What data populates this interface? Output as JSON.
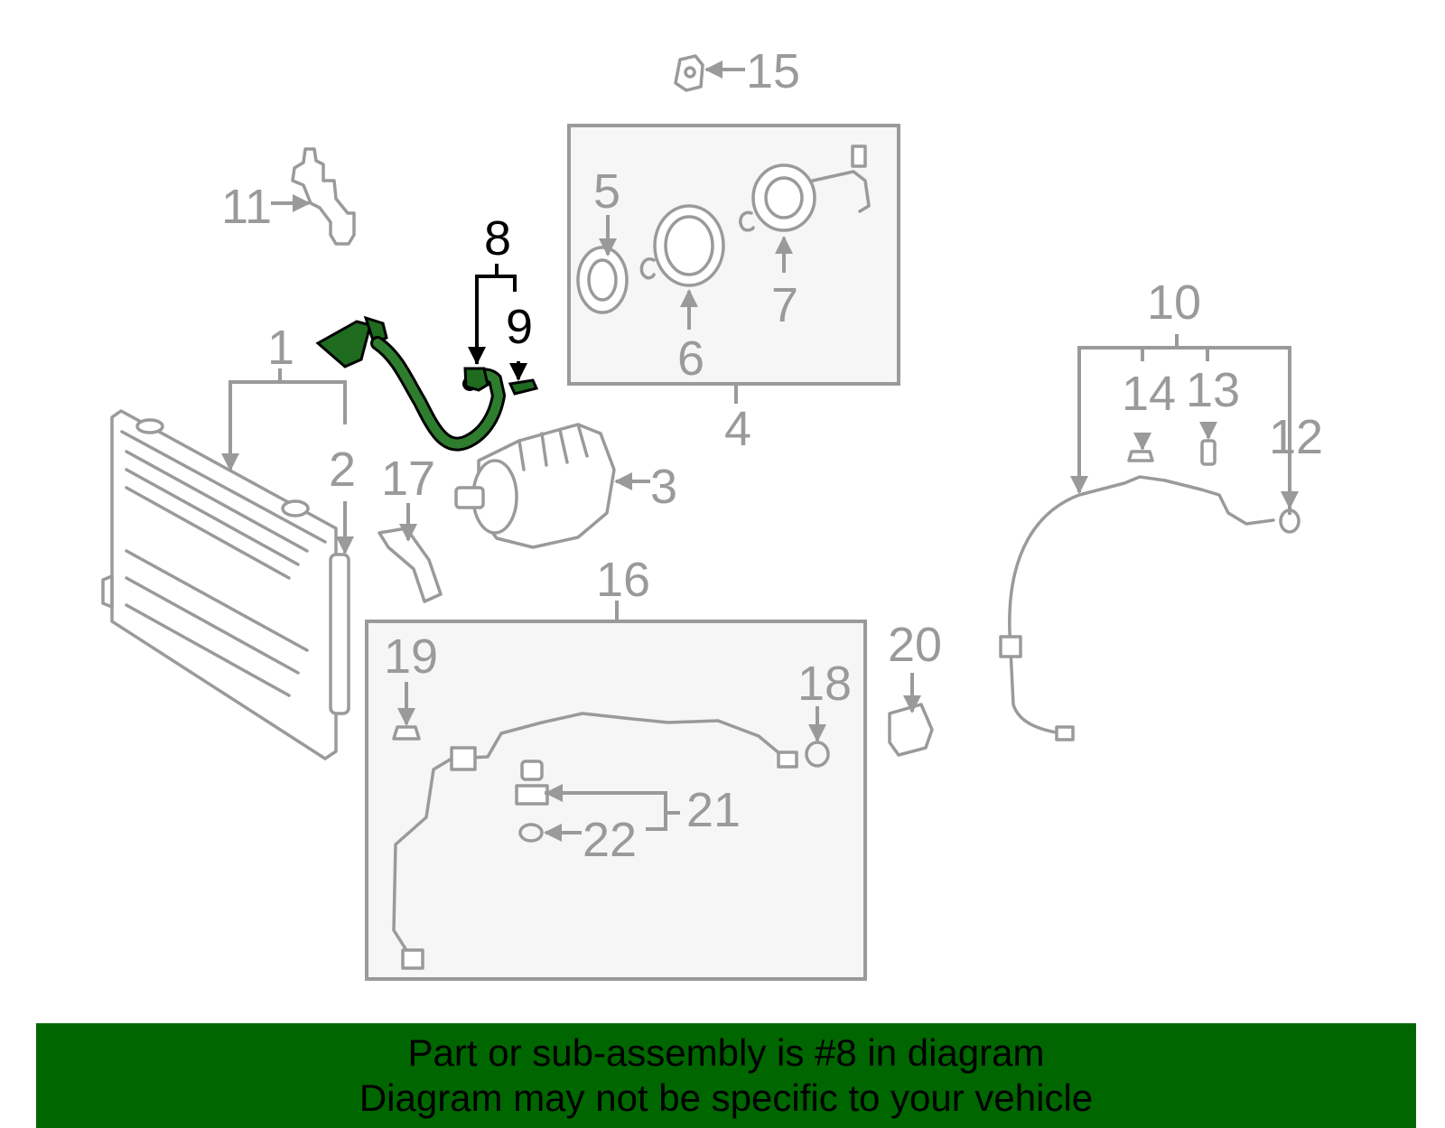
{
  "callouts": {
    "c1": "1",
    "c2": "2",
    "c3": "3",
    "c4": "4",
    "c5": "5",
    "c6": "6",
    "c7": "7",
    "c8": "8",
    "c9": "9",
    "c10": "10",
    "c11": "11",
    "c12": "12",
    "c13": "13",
    "c14": "14",
    "c15": "15",
    "c16": "16",
    "c17": "17",
    "c18": "18",
    "c19": "19",
    "c20": "20",
    "c21": "21",
    "c22": "22"
  },
  "highlighted_part": "8",
  "colors": {
    "highlight": "#006600",
    "line": "#9a9a9a",
    "box_fill": "#f6f6f6",
    "banner_bg": "#006600"
  },
  "banner": {
    "line1": "Part or sub-assembly is #8 in diagram",
    "line2": "Diagram may not be specific to your vehicle"
  }
}
